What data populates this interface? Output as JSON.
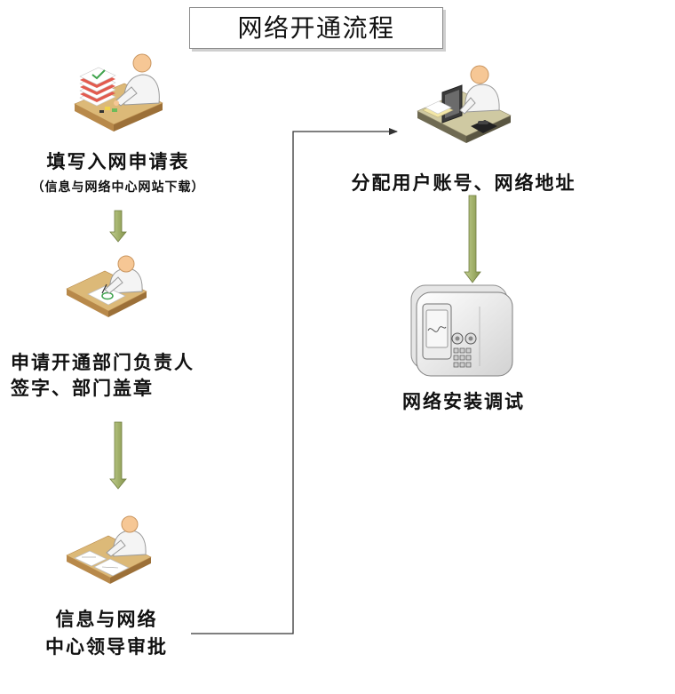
{
  "title": "网络开通流程",
  "steps": {
    "apply": {
      "label": "填写入网申请表",
      "note": "（信息与网络中心网站下载）"
    },
    "sign": {
      "line1": "申请开通部门负责人",
      "line2": "签字、部门盖章"
    },
    "approve": {
      "line1": "信息与网络",
      "line2": "中心领导审批"
    },
    "assign": {
      "label": "分配用户账号、网络地址"
    },
    "install": {
      "label": "网络安装调试"
    }
  },
  "icons": {
    "apply": "person-with-paperwork-icon",
    "sign": "person-signing-icon",
    "approve": "person-reviewing-icon",
    "assign": "person-at-computer-icon",
    "install": "network-device-icon",
    "flow_arrow": "down-arrow-icon",
    "connector": "connector-arrow"
  },
  "colors": {
    "arrow_fill": "#a3b26c",
    "arrow_stroke": "#6f7c3f",
    "desk_top": "#dcb978",
    "skin": "#f6c795",
    "connector": "#333333"
  }
}
